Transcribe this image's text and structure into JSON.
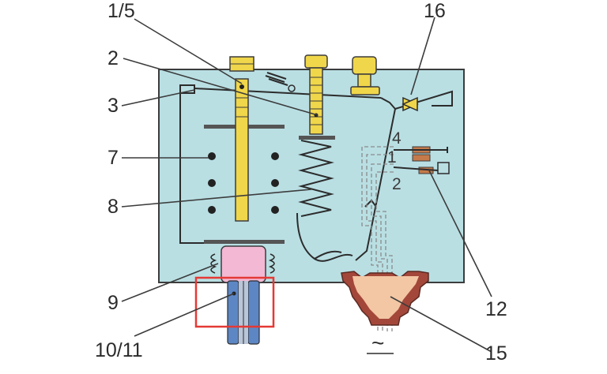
{
  "labels": {
    "l_1_5": "1/5",
    "l_2": "2",
    "l_3": "3",
    "l_7": "7",
    "l_8": "8",
    "l_9": "9",
    "l_10_11": "10/11",
    "l_16": "16",
    "l_12": "12",
    "l_15": "15",
    "contact_4": "4",
    "contact_1": "1",
    "contact_2": "2",
    "ac_symbol": "~"
  },
  "colors": {
    "housing": "#b9dfe3",
    "housing_stroke": "#3c3c3c",
    "brass": "#f0d64a",
    "pink_bellows": "#f3b8d4",
    "blue_fitting": "#5d86c4",
    "highlight": "#e53935",
    "cable_gland": "#f3c6a4",
    "cable_gland_dark": "#a3473a",
    "contact_copper": "#c47a4a"
  }
}
